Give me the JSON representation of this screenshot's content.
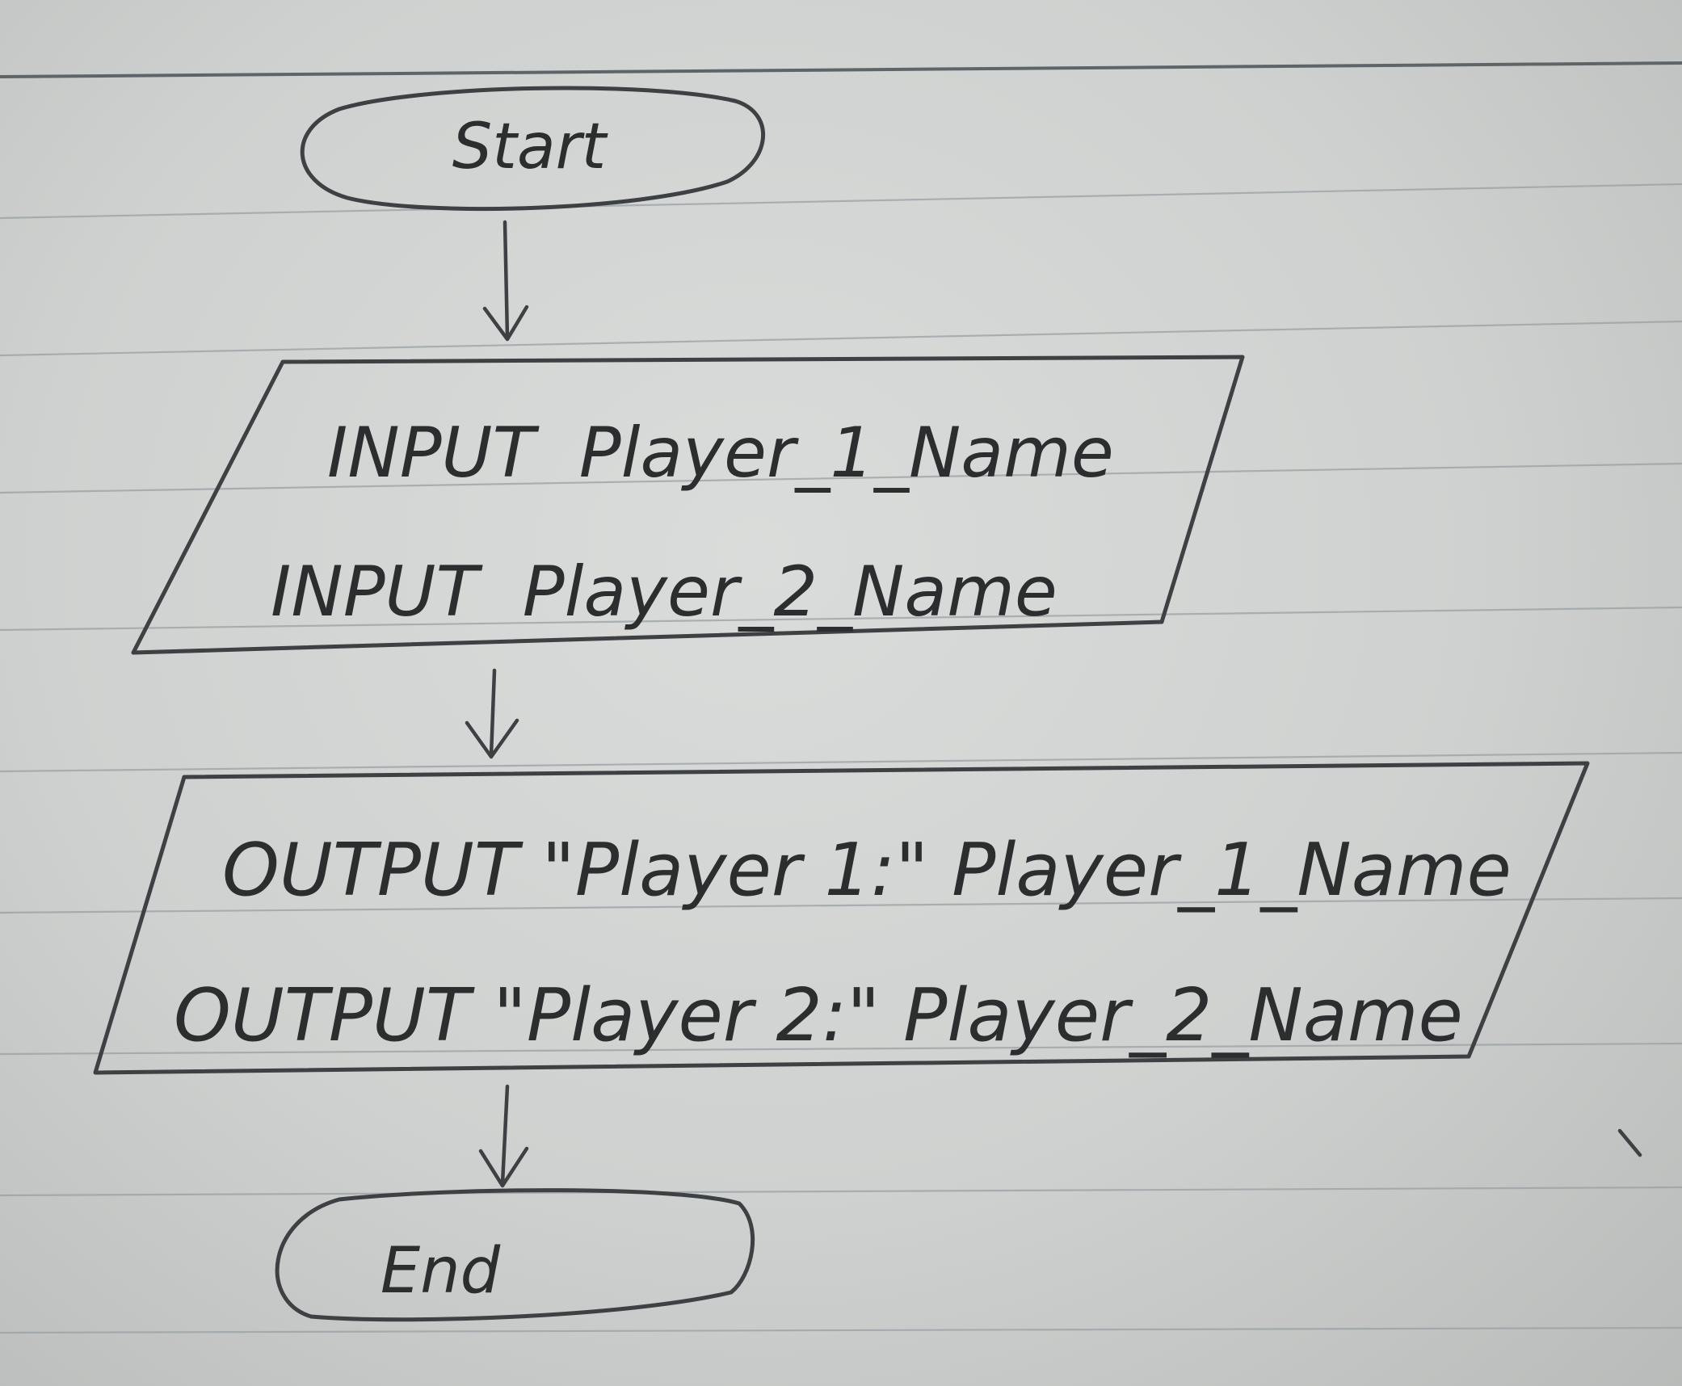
{
  "nodes": {
    "start": {
      "label": "Start"
    },
    "input_block": {
      "lines": [
        "INPUT  Player_1_Name",
        "INPUT  Player_2_Name"
      ]
    },
    "output_block": {
      "lines": [
        "OUTPUT \"Player 1:\" Player_1_Name",
        "OUTPUT \"Player 2:\" Player_2_Name"
      ]
    },
    "end": {
      "label": "End"
    }
  },
  "edges": [
    {
      "from": "start",
      "to": "input_block"
    },
    {
      "from": "input_block",
      "to": "output_block"
    },
    {
      "from": "output_block",
      "to": "end"
    }
  ]
}
